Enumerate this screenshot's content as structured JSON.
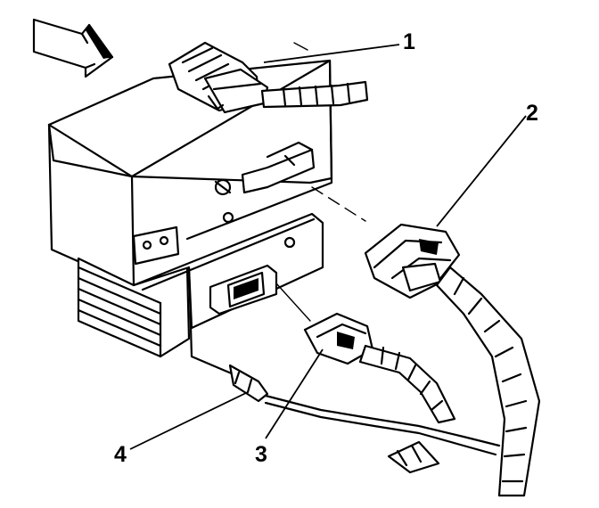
{
  "callouts": [
    {
      "id": "1",
      "label": "1"
    },
    {
      "id": "2",
      "label": "2"
    },
    {
      "id": "3",
      "label": "3"
    },
    {
      "id": "4",
      "label": "4"
    }
  ],
  "icons": {
    "direction_arrow": "arrow-right-icon"
  },
  "colors": {
    "ink": "#000000",
    "paper": "#ffffff"
  }
}
